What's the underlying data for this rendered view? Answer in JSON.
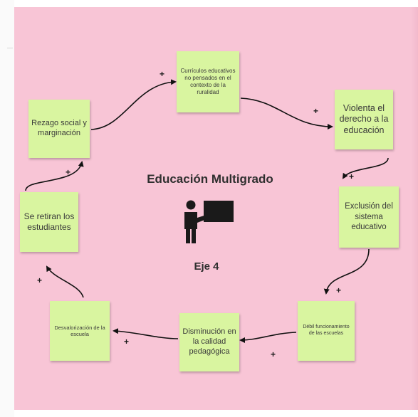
{
  "diagram": {
    "title": "Educación Multigrado",
    "subtitle": "Eje 4",
    "icon": "teacher-board-icon",
    "background_color": "#f8c5d6",
    "note_color": "#d9f5a0",
    "sign": "+",
    "nodes": [
      {
        "id": "curriculos",
        "text": "Currículos educativos no pensados en el contexto de la ruralidad"
      },
      {
        "id": "violenta",
        "text": "Violenta el derecho a la educación"
      },
      {
        "id": "exclusion",
        "text": "Exclusión del sistema educativo"
      },
      {
        "id": "debil",
        "text": "Débil funcionamiento de las escuelas"
      },
      {
        "id": "disminucion",
        "text": "Disminución en la calidad pedagógica"
      },
      {
        "id": "desvalorizacion",
        "text": "Desvalorización de la escuela"
      },
      {
        "id": "retiran",
        "text": "Se retiran los estudiantes"
      },
      {
        "id": "rezago",
        "text": "Rezago social y marginación"
      }
    ]
  }
}
